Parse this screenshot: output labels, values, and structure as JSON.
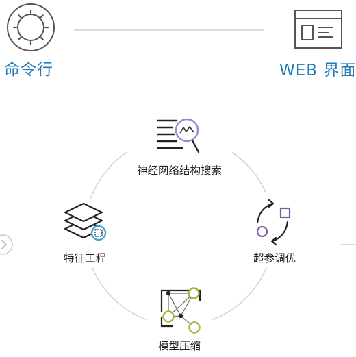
{
  "top": {
    "left_label": "命令行",
    "right_label": "WEB 界面"
  },
  "cycle": {
    "nodes": [
      {
        "label": "神经网络结构搜索",
        "icon": "nas-search-icon"
      },
      {
        "label": "超参调优",
        "icon": "cycle-arrows-icon"
      },
      {
        "label": "模型压缩",
        "icon": "graph-nodes-icon"
      },
      {
        "label": "特征工程",
        "icon": "layers-icon"
      }
    ]
  },
  "colors": {
    "accent_blue": "#1f7ab8",
    "icon_dark": "#333333",
    "icon_gray": "#555555",
    "purple": "#7b5ea8",
    "lavender": "#8b8fd4",
    "green": "#9bb830",
    "light_blue": "#3fa7dd",
    "circle_line": "#d0d0d0"
  }
}
